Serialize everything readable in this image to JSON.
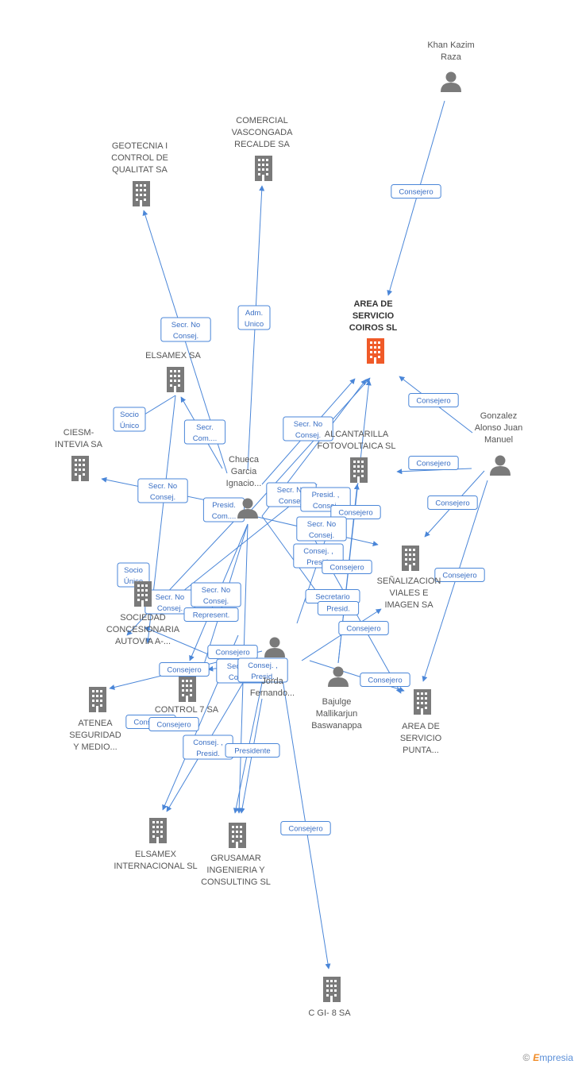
{
  "colors": {
    "edge": "#4a86d8",
    "node": "#7a7a7a",
    "focus": "#f05a28"
  },
  "nodes": [
    {
      "id": "khan",
      "type": "person",
      "label": [
        "Khan Kazim",
        "Raza"
      ]
    },
    {
      "id": "area_coiros",
      "type": "company",
      "focus": true,
      "label": [
        "AREA DE",
        "SERVICIO",
        "COIROS SL"
      ]
    },
    {
      "id": "comercial",
      "type": "company",
      "label": [
        "COMERCIAL",
        "VASCONGADA",
        "RECALDE SA"
      ]
    },
    {
      "id": "geotecnia",
      "type": "company",
      "label": [
        "GEOTECNIA I",
        "CONTROL DE",
        "QUALITAT SA"
      ]
    },
    {
      "id": "elsamex",
      "type": "company",
      "label": [
        "ELSAMEX SA"
      ]
    },
    {
      "id": "ciesm",
      "type": "company",
      "label": [
        "CIESM-",
        "INTEVIA SA"
      ]
    },
    {
      "id": "chueca",
      "type": "person",
      "label": [
        "Chueca",
        "Garcia",
        "Ignacio..."
      ]
    },
    {
      "id": "alcantarilla",
      "type": "company",
      "label": [
        "ALCANTARILLA",
        "FOTOVOLTAICA SL"
      ]
    },
    {
      "id": "gonzalez",
      "type": "person",
      "label": [
        "Gonzalez",
        "Alonso Juan",
        "Manuel"
      ]
    },
    {
      "id": "senalizacion",
      "type": "company",
      "label": [
        "SEÑALIZACION",
        "VIALES E",
        "IMAGEN SA"
      ]
    },
    {
      "id": "sociedad",
      "type": "company",
      "label": [
        "SOCIEDAD",
        "CONCESIONARIA",
        "AUTOVIA A-..."
      ]
    },
    {
      "id": "jorda",
      "type": "person",
      "label": [
        "Jorda",
        "Fernando..."
      ]
    },
    {
      "id": "bajulge",
      "type": "person",
      "label": [
        "Bajulge",
        "Mallikarjun",
        "Baswanappa"
      ]
    },
    {
      "id": "control7",
      "type": "company",
      "label": [
        "CONTROL 7 SA"
      ]
    },
    {
      "id": "atenea",
      "type": "company",
      "label": [
        "ATENEA",
        "SEGURIDAD",
        "Y MEDIO..."
      ]
    },
    {
      "id": "area_punta",
      "type": "company",
      "label": [
        "AREA DE",
        "SERVICIO",
        "PUNTA..."
      ]
    },
    {
      "id": "elsamex_int",
      "type": "company",
      "label": [
        "ELSAMEX",
        "INTERNACIONAL SL"
      ]
    },
    {
      "id": "grusamar",
      "type": "company",
      "label": [
        "GRUSAMAR",
        "INGENIERIA Y",
        "CONSULTING SL"
      ]
    },
    {
      "id": "cgi8",
      "type": "company",
      "label": [
        "C GI- 8 SA"
      ]
    }
  ],
  "edge_labels": [
    [
      "Consejero"
    ],
    [
      "Adm.",
      "Unico"
    ],
    [
      "Secr.  No",
      "Consej."
    ],
    [
      "Socio",
      "Único"
    ],
    [
      "Secr.",
      "Com...."
    ],
    [
      "Consejero"
    ],
    [
      "Secr.  No",
      "Consej."
    ],
    [
      "Consejero"
    ],
    [
      "Consejero"
    ],
    [
      "Secr.  No",
      "Consej."
    ],
    [
      "Presid.",
      "Com...."
    ],
    [
      "Secr.  No",
      "Consej."
    ],
    [
      "Presid. ,",
      "Consej."
    ],
    [
      "Consejero"
    ],
    [
      "Secr.  No",
      "Consej."
    ],
    [
      "Consej. ,",
      "Presid."
    ],
    [
      "Consejero"
    ],
    [
      "Consejero"
    ],
    [
      "Socio",
      "Único"
    ],
    [
      "Secr.  No",
      "Consej."
    ],
    [
      "Secr.  No",
      "Consej."
    ],
    [
      "Represent."
    ],
    [
      "Secretario"
    ],
    [
      "Presid."
    ],
    [
      "Consejero"
    ],
    [
      "Consejero"
    ],
    [
      "Consej. ,",
      "Presid."
    ],
    [
      "Consejero"
    ],
    [
      "Consejero"
    ],
    [
      "Secr.  No",
      "Consej."
    ],
    [
      "Consejero"
    ],
    [
      "Consejero"
    ],
    [
      "Consej. ,",
      "Presid."
    ],
    [
      "Presidente"
    ],
    [
      "Consejero"
    ]
  ],
  "brand": {
    "copyright": "©",
    "name_first": "E",
    "name_rest": "mpresia"
  }
}
